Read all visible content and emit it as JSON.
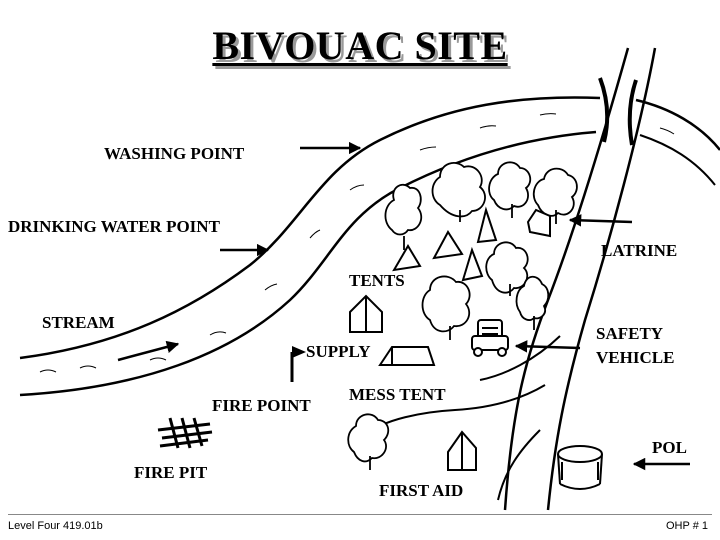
{
  "title": "BIVOUAC SITE",
  "labels": {
    "washing_point": "WASHING POINT",
    "drinking_water_point": "DRINKING WATER POINT",
    "stream": "STREAM",
    "tents": "TENTS",
    "latrine": "LATRINE",
    "supply": "SUPPLY",
    "safety_vehicle_line1": "SAFETY",
    "safety_vehicle_line2": "VEHICLE",
    "mess_tent": "MESS TENT",
    "fire_point": "FIRE POINT",
    "pol": "POL",
    "fire_pit": "FIRE PIT",
    "first_aid": "FIRST AID"
  },
  "footer": {
    "left": "Level Four 419.01b",
    "right": "OHP # 1"
  }
}
